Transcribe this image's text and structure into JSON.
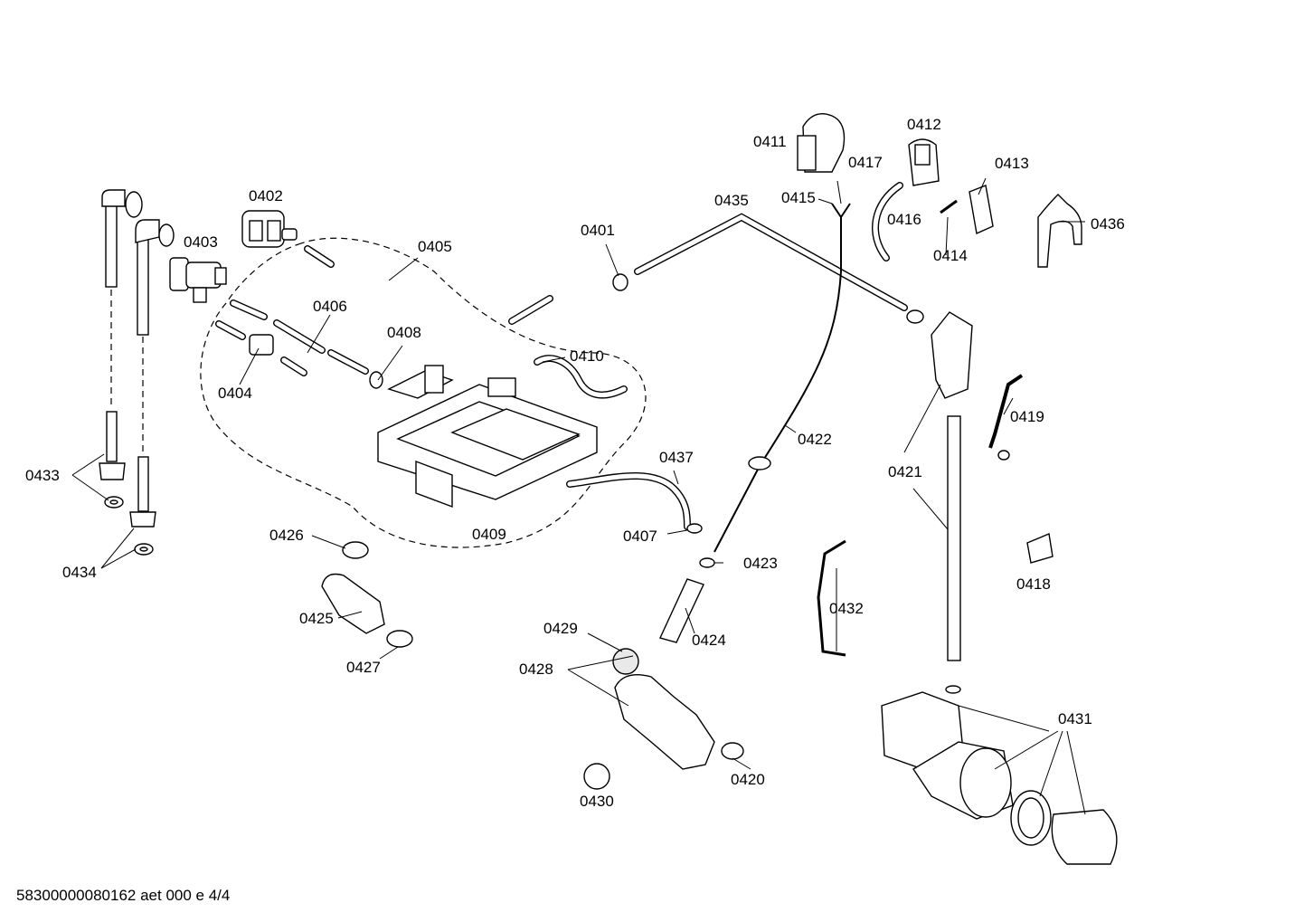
{
  "parts": [
    {
      "id": "0401",
      "label": "0401"
    },
    {
      "id": "0402",
      "label": "0402"
    },
    {
      "id": "0403",
      "label": "0403"
    },
    {
      "id": "0404",
      "label": "0404"
    },
    {
      "id": "0405",
      "label": "0405"
    },
    {
      "id": "0406",
      "label": "0406"
    },
    {
      "id": "0407",
      "label": "0407"
    },
    {
      "id": "0408",
      "label": "0408"
    },
    {
      "id": "0409",
      "label": "0409"
    },
    {
      "id": "0410",
      "label": "0410"
    },
    {
      "id": "0411",
      "label": "0411"
    },
    {
      "id": "0412",
      "label": "0412"
    },
    {
      "id": "0413",
      "label": "0413"
    },
    {
      "id": "0414",
      "label": "0414"
    },
    {
      "id": "0415",
      "label": "0415"
    },
    {
      "id": "0416",
      "label": "0416"
    },
    {
      "id": "0417",
      "label": "0417"
    },
    {
      "id": "0418",
      "label": "0418"
    },
    {
      "id": "0419",
      "label": "0419"
    },
    {
      "id": "0420",
      "label": "0420"
    },
    {
      "id": "0421",
      "label": "0421"
    },
    {
      "id": "0422",
      "label": "0422"
    },
    {
      "id": "0423",
      "label": "0423"
    },
    {
      "id": "0424",
      "label": "0424"
    },
    {
      "id": "0425",
      "label": "0425"
    },
    {
      "id": "0426",
      "label": "0426"
    },
    {
      "id": "0427",
      "label": "0427"
    },
    {
      "id": "0428",
      "label": "0428"
    },
    {
      "id": "0429",
      "label": "0429"
    },
    {
      "id": "0430",
      "label": "0430"
    },
    {
      "id": "0431",
      "label": "0431"
    },
    {
      "id": "0432",
      "label": "0432"
    },
    {
      "id": "0433",
      "label": "0433"
    },
    {
      "id": "0434",
      "label": "0434"
    },
    {
      "id": "0435",
      "label": "0435"
    },
    {
      "id": "0436",
      "label": "0436"
    },
    {
      "id": "0437",
      "label": "0437"
    }
  ],
  "footer": {
    "text": "58300000080162 aet 000 e 4/4"
  }
}
